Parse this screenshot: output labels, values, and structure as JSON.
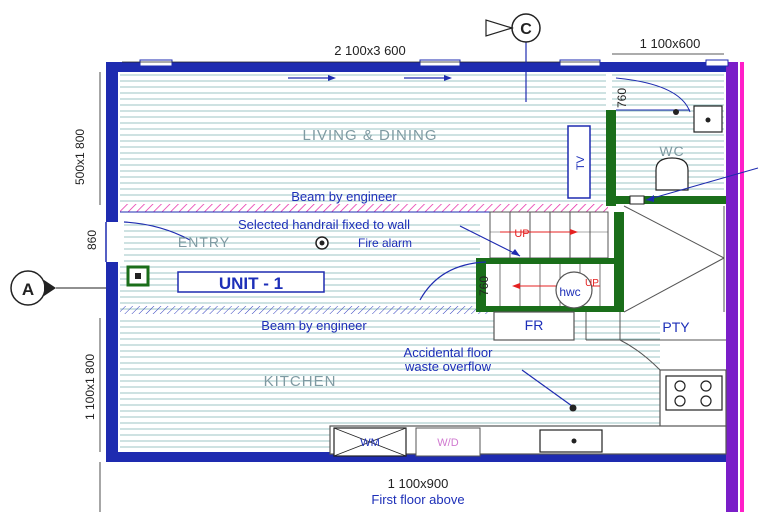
{
  "dimensions": {
    "top_main": "2 100x3 600",
    "top_right": "1 100x600",
    "left_upper": "500x1 800",
    "left_mid": "860",
    "left_lower": "1 100x1 800",
    "bottom": "1 100x900",
    "door_top": "760",
    "door_stair": "760"
  },
  "rooms": {
    "living": "LIVING & DINING",
    "entry": "ENTRY",
    "kitchen": "KITCHEN",
    "wc": "WC",
    "pty": "PTY",
    "fr": "FR",
    "hwc": "hwc",
    "tv": "TV",
    "wm": "WM",
    "wd": "W/D"
  },
  "notes": {
    "beam_upper": "Beam by engineer",
    "handrail": "Selected handrail fixed to wall",
    "fire_alarm": "Fire alarm",
    "beam_lower": "Beam by engineer",
    "overflow_line1": "Accidental floor",
    "overflow_line2": "waste overflow",
    "first_floor": "First floor above",
    "up1": "UP",
    "up2": "UP"
  },
  "unit_label": "UNIT - 1",
  "section_markers": {
    "a": "A",
    "c": "C"
  },
  "colors": {
    "wall_blue": "#1e2bb0",
    "wall_green": "#1a6e1a",
    "wall_purple": "#7a1ec8",
    "wall_magenta": "#ff1ec8",
    "hatch": "#9ec6c4",
    "text_blue": "#1d2fb8"
  }
}
